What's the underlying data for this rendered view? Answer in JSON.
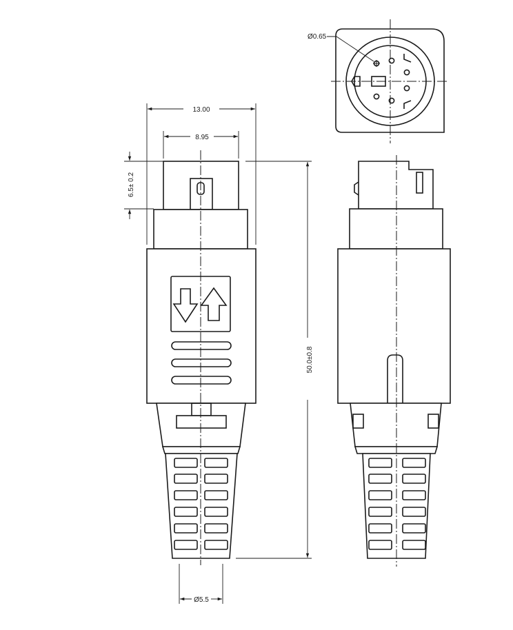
{
  "dimensions": {
    "width_total": "13.00",
    "width_tip": "8.95",
    "tip_length": "6.5± 0.2",
    "overall_length": "50.0±0.8",
    "cable_diameter": "Ø5.5",
    "pin_diameter": "Ø0.65"
  },
  "colors": {
    "line": "#1a1a1a",
    "background": "#ffffff"
  },
  "icons": {
    "front_marking": "down-up-arrows-icon"
  }
}
